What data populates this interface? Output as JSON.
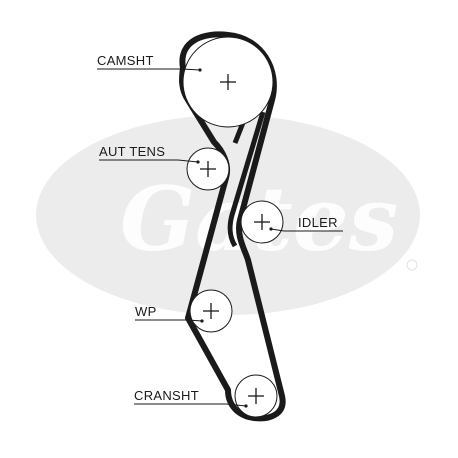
{
  "watermark": {
    "brand_icon": "gates-logo-icon",
    "color": "#ececec"
  },
  "belt_color": "#1a1a1a",
  "labels": {
    "camshaft": "CAMSHT",
    "tensioner": "AUT TENS",
    "idler": "IDLER",
    "water_pump": "WP",
    "crankshaft": "CRANSHT"
  }
}
